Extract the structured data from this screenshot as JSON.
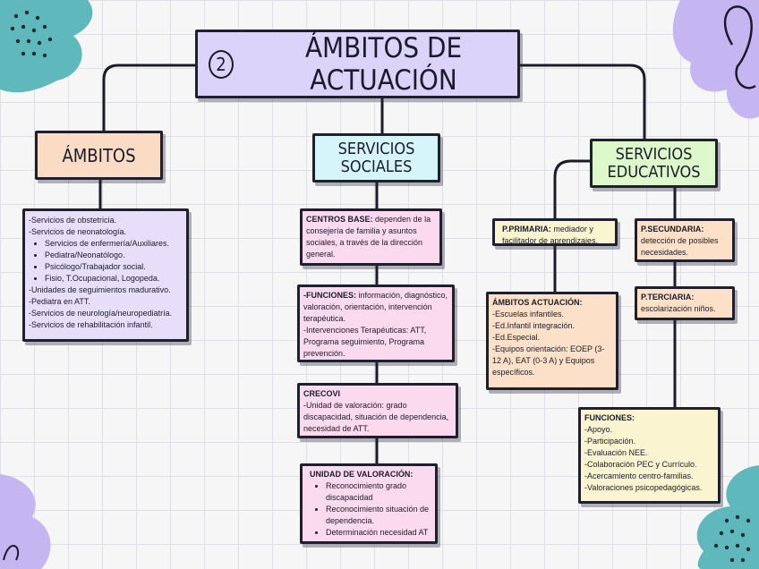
{
  "title": {
    "number": "2",
    "text": "ÁMBITOS DE ACTUACIÓN"
  },
  "categories": {
    "ambitos": "ÁMBITOS",
    "servicios_sociales": "SERVICIOS\nSOCIALES",
    "servicios_educativos": "SERVICIOS\nEDUCATIVOS"
  },
  "ambitos_list": {
    "items": [
      "-Servicios de obstetricia.",
      "-Servicios de neonatología."
    ],
    "sub_items": [
      "Servicios de enfermería/Auxiliares.",
      "Pediatra/Neonatólogo.",
      "Psicólogo/Trabajador social.",
      "Fisio, T.Ocupacional, Logopeda."
    ],
    "more_items": [
      "-Unidades de seguimientos madurativo.",
      "-Pediatra en ATT.",
      "-Servicios de neurología/neuropediatría.",
      "-Servicios de rehabilitación infantil."
    ]
  },
  "social": {
    "centros_base": {
      "label": "CENTROS BASE:",
      "text": " dependen de la consejería de familia y asuntos sociales, a través de la dirección general."
    },
    "funciones": {
      "label": "-FUNCIONES:",
      "text": " información, diagnóstico, valoración, orientación, intervención terapéutica.",
      "extra": "-Intervenciones Terapéuticas: ATT, Programa seguimiento, Programa prevención."
    },
    "crecovi": {
      "label": "CRECOVI",
      "text": "-Unidad de valoración: grado discapacidad, situación de dependencia, necesidad de ATT."
    },
    "unidad": {
      "label": "UNIDAD DE VALORACIÓN:",
      "items": [
        "Reconocimiento grado discapacidad",
        "Reconocimiento situación de dependencia.",
        "Determinación necesidad AT"
      ]
    }
  },
  "educativo": {
    "primaria": {
      "label": "P.PRIMARIA:",
      "text": " mediador y facilitador de aprendizajes."
    },
    "ambitos_actuacion": {
      "label": "ÁMBITOS ACTUACIÓN:",
      "items": [
        "-Escuelas infantiles.",
        "-Ed.Infantil integración.",
        "-Ed.Especial.",
        "-Equipos orientación: EOEP (3-12 A), EAT (0-3 A) y Equipos específicos."
      ]
    },
    "secundaria": {
      "label": "P.SECUNDARIA:",
      "text": "detección de posibles necesidades."
    },
    "terciaria": {
      "label": "P.TERCIARIA:",
      "text": "escolarización niños."
    },
    "funciones": {
      "label": "FUNCIONES:",
      "items": [
        "-Apoyo.",
        "-Participación.",
        "-Evaluación NEE.",
        "-Colaboración PEC y Currículo.",
        "-Acercamiento centro-familias.",
        "-Valoraciones psicopedagógicas."
      ]
    }
  }
}
